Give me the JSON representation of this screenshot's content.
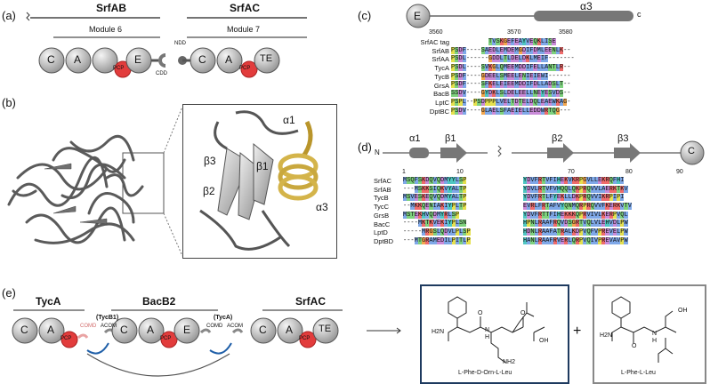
{
  "panels": {
    "a": "(a)",
    "b": "(b)",
    "c": "(c)",
    "d": "(d)",
    "e": "(e)"
  },
  "panel_a": {
    "srfab": "SrfAB",
    "srfac": "SrfAC",
    "module6": "Module 6",
    "module7": "Module 7",
    "domains_left": [
      "C",
      "A",
      "PCP",
      "E"
    ],
    "domains_right": [
      "C",
      "A",
      "PCP",
      "TE"
    ],
    "cdd": "CDD",
    "ndd": "NDD"
  },
  "panel_b": {
    "alpha1": "α1",
    "beta1": "β1",
    "beta2": "β2",
    "beta3": "β3",
    "alpha3": "α3"
  },
  "panel_c": {
    "e_label": "E",
    "alpha3": "α3",
    "c_end": "c",
    "ticks": [
      "3560",
      "3570",
      "3580"
    ],
    "names": [
      "SrfAC tag",
      "SrfAB",
      "SrfAA",
      "TycA",
      "TycB",
      "GrsA",
      "BacB",
      "LptC",
      "DptBC"
    ],
    "seqs": [
      "          TVSKGEFEAYVEQKLISE",
      "PSDF----SAEDLEMDEMGDIFDMLEENLK--",
      "PSDL------GDDLTLDELDKLMEIF-------",
      "PSDL----SVKGLQMEEMDDIFELLANTLR--",
      "PSDF----GDEELSMEELENIEIEWI------",
      "PSDF----SFKELEIEEMDDIFDLLADSLT--",
      "SSDV----GYDKLSLDELEELLNEYESVDS--",
      "PSPL--PSDPPPLVELTDTELDQLEAEWKAG-",
      "PSDV----GLAELSFAEIELLEDDWRTQG---"
    ]
  },
  "panel_d": {
    "n_end": "N",
    "c_end": "C",
    "alpha1": "α1",
    "beta1": "β1",
    "beta2": "β2",
    "beta3": "β3",
    "ticks_left": [
      "1",
      "10"
    ],
    "ticks_right": [
      "70",
      "80",
      "90"
    ],
    "names": [
      "SrfAC",
      "SrfAB",
      "TycB",
      "TycC",
      "GrsB",
      "BacC",
      "LptD",
      "DptBD"
    ],
    "seqs_left": [
      "MSQFSKDQVQDMYYLSP",
      "---MSKKSIQKVYALTP",
      "MSVESKEQVQDMYALTP",
      "--MKKQENIAKIYPLTP",
      "MSTEKHVQDMYRLSP",
      "----MKTKVEKIYPLSN",
      "-----MRGSLQDVLPLSP",
      "---MTGRAMEDILPITLP"
    ],
    "seqs_right": [
      "YDVFRTVFIHEKVKRPGVLLEKRQFHI",
      "YDVLRTVFVHQQLQKPRQVVLAERKTKV",
      "YDVFRTLFYEKLLDKPRQVVIKRPIPI",
      "EVRLFRTAFVYQNMQRPRQVVFKERKVTV",
      "YDVFRTTFIHEKKKQPRVIVLKERPVQL",
      "HPNLRAAFRQVDSGRTVQLVLEHVDLPW",
      "HDNLRAAFATRALKDPVQFVPREVELPW",
      "HANLRAAFRVERLQRPVQIVPREVAVPW"
    ]
  },
  "panel_e": {
    "tyca": "TycA",
    "bacb2": "BacB2",
    "srfac": "SrfAC",
    "tycb1": "(TycB1)",
    "tyca_paren": "(TycA)",
    "acom": "ACOM",
    "comd": "COMD",
    "domains_1": [
      "C",
      "A",
      "PCP"
    ],
    "domains_2": [
      "C",
      "A",
      "PCP",
      "E"
    ],
    "domains_3": [
      "C",
      "A",
      "PCP",
      "TE"
    ],
    "product1": "L-Phe-D-Orn-L-Leu",
    "product2": "L-Phe-L-Leu",
    "plus": "+",
    "h2n": "H2N",
    "nh2": "NH2",
    "oh": "OH",
    "o": "O",
    "h": "H",
    "n": "N"
  },
  "colors": {
    "pcp_red": "#e23c3c",
    "gold": "#d4b44a",
    "blue_arrow": "#1f5fa8",
    "box_blue": "#1e3a5f"
  }
}
